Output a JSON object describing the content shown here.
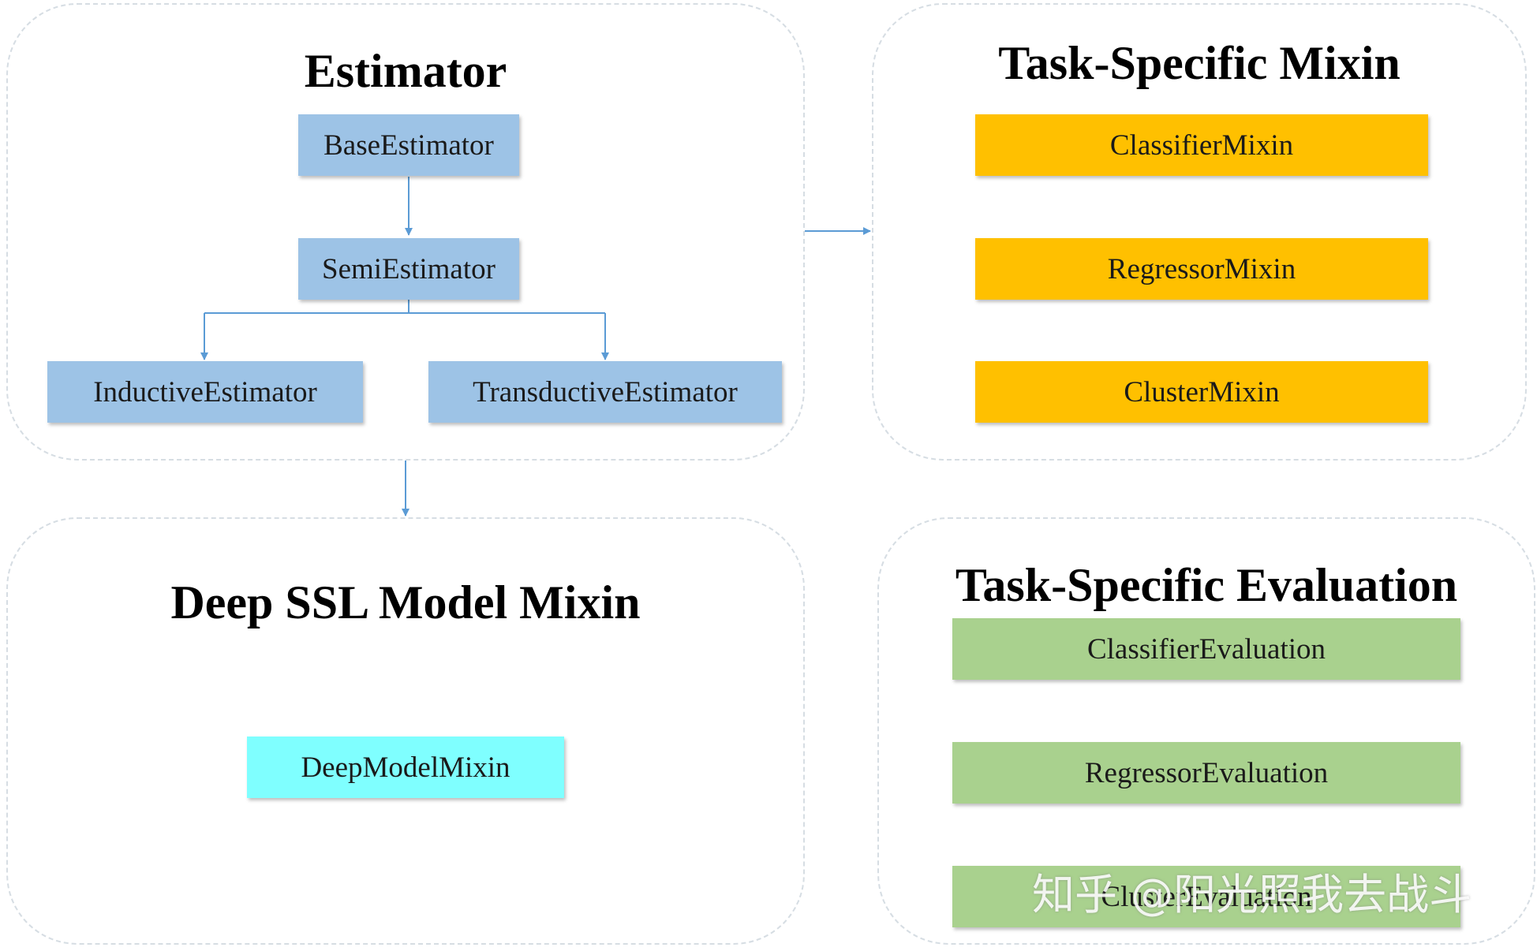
{
  "panels": {
    "estimator": {
      "title": "Estimator",
      "nodes": {
        "base": "BaseEstimator",
        "semi": "SemiEstimator",
        "inductive": "InductiveEstimator",
        "transductive": "TransductiveEstimator"
      }
    },
    "mixin": {
      "title": "Task-Specific Mixin",
      "nodes": {
        "classifier": "ClassifierMixin",
        "regressor": "RegressorMixin",
        "cluster": "ClusterMixin"
      }
    },
    "deep": {
      "title": "Deep SSL Model Mixin",
      "nodes": {
        "deep_model": "DeepModelMixin"
      }
    },
    "evaluation": {
      "title": "Task-Specific Evaluation",
      "nodes": {
        "classifier": "ClassifierEvaluation",
        "regressor": "RegressorEvaluation",
        "cluster": "ClusterEvaluation"
      }
    }
  },
  "watermark": "知乎 @阳光照我去战斗",
  "colors": {
    "estimator_node": "#9dc3e6",
    "mixin_node": "#ffc000",
    "deep_node": "#7fffff",
    "evaluation_node": "#a9d18e",
    "connector": "#5b9bd5",
    "panel_border": "#d6dde3"
  }
}
